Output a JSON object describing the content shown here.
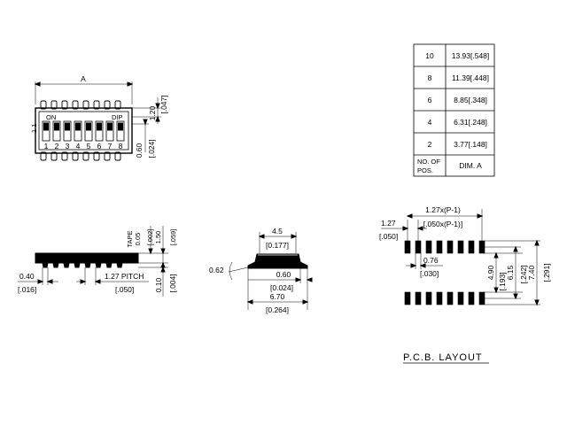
{
  "table": {
    "rows": [
      {
        "pos": "10",
        "dim": "13.93[.548]"
      },
      {
        "pos": "8",
        "dim": "11.39[.448]"
      },
      {
        "pos": "6",
        "dim": "8.85[.348]"
      },
      {
        "pos": "4",
        "dim": "6.31[.248]"
      },
      {
        "pos": "2",
        "dim": "3.77[.148]"
      }
    ],
    "header_pos_line1": "NO. OF",
    "header_pos_line2": "POS.",
    "header_dim": "DIM. A"
  },
  "top_view": {
    "dim_a": "A",
    "on_label": "ON",
    "dip_label": "DIP",
    "side_mark": "1 1",
    "numbers": [
      "1",
      "2",
      "3",
      "4",
      "5",
      "6",
      "7",
      "8"
    ],
    "dim_120": "1.20",
    "dim_047": "[.047]",
    "dim_060": "0.60",
    "dim_024": "[.024]"
  },
  "side_view": {
    "tape": "TAPE",
    "tape_val": "0.05",
    "tape_in": "[.002]",
    "h_150": "1.50",
    "h_059": "[.059]",
    "d_040": "0.40",
    "d_016": "[.016]",
    "pitch": "1.27 PITCH",
    "pitch_in": "[.050]",
    "d_010": "0.10",
    "d_004": "[.004]"
  },
  "end_view": {
    "d_45": "4.5",
    "d_177": "[0.177]",
    "d_062": "0.62",
    "d_060": "0.60",
    "d_0024": "[0.024]",
    "d_670": "6.70",
    "d_0264": "[0.264]"
  },
  "pcb": {
    "d_127": "1.27",
    "d_050": "[.050]",
    "formula": "1.27x(P-1)",
    "formula_in": "[.050x(P-1)]",
    "d_076": "0.76",
    "d_030": "[.030]",
    "d_490": "4.90",
    "d_193": "[.193]",
    "d_615": "6.15",
    "d_242": "[.242]",
    "d_740": "7.40",
    "d_291": "[.291]",
    "title": "P.C.B.  LAYOUT"
  }
}
